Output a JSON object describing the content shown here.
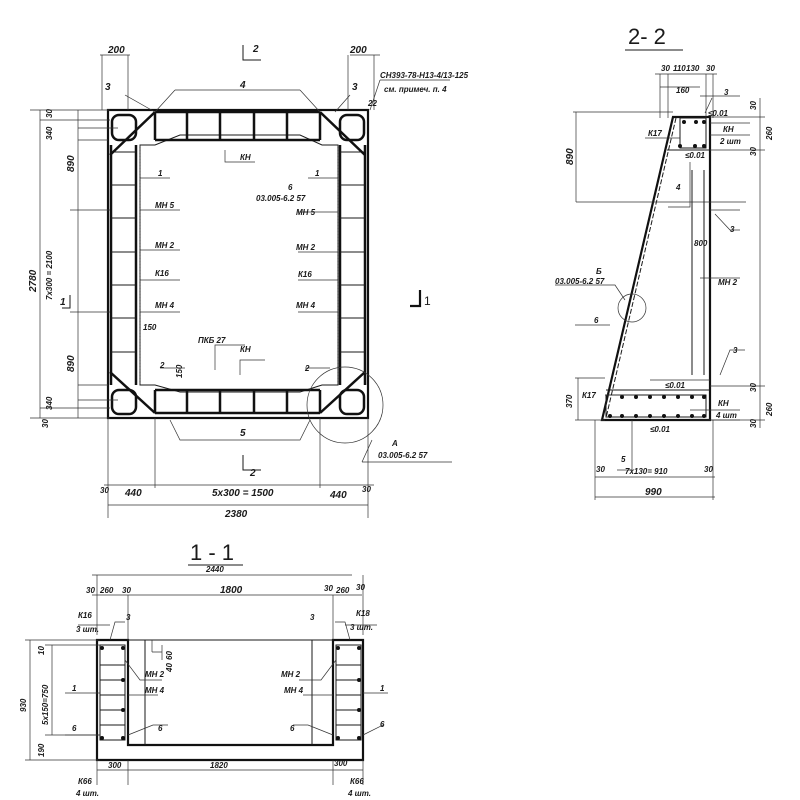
{
  "plan": {
    "dim_top_left": "200",
    "dim_top_right": "200",
    "section_mark_top": "2",
    "section_mark_bottom": "2",
    "section_mark_right": "1",
    "section_mark_left": "1",
    "pos_3_left": "3",
    "pos_3_right": "3",
    "pos_4": "4",
    "pos_5": "5",
    "note_ref": "СН393-78-Н13-4/13-125",
    "note_sub": "см. примеч. п. 4",
    "pos_22": "22",
    "dim_30_top": "30",
    "dim_340_top": "340",
    "dim_890_top": "890",
    "dim_2780": "2780",
    "dim_7x300": "7x300 = 2100",
    "dim_890_bottom": "890",
    "dim_340_bottom": "340",
    "dim_30_bottom": "30",
    "label_kn_top": "КН",
    "label_1_left": "1",
    "label_1_right": "1",
    "label_mn5_left": "МН 5",
    "label_mn5_right": "МН 5",
    "label_6": "6",
    "label_6_ref": "03.005-6.2  57",
    "label_mn2_left": "МН 2",
    "label_mn2_right": "МН 2",
    "label_k16_left": "К16",
    "label_k16_right": "К16",
    "label_mn4_left": "МН 4",
    "label_mn4_right": "МН 4",
    "label_150": "150",
    "label_pkb27": "ПКБ 27",
    "label_kn_bottom": "КН",
    "label_2_left": "2",
    "label_2_right": "2",
    "label_150b": "150",
    "callout_a": "А",
    "callout_a_ref": "03.005-6.2  57",
    "dim_30_l": "30",
    "dim_440_l": "440",
    "dim_5x300": "5x300 = 1500",
    "dim_440_r": "440",
    "dim_30_r": "30",
    "dim_2380": "2380"
  },
  "section22": {
    "title": "2- 2",
    "d30a": "30",
    "d110": "110",
    "d130": "130",
    "d30b": "30",
    "d160": "160",
    "pos3_top": "3",
    "slope_top": "≤0.01",
    "d30_top": "30",
    "k17_top": "К17",
    "kn_top": "КН",
    "kn_top_qty": "2 шт",
    "d260_top": "260",
    "d30_top2": "30",
    "slope_mid": "≤0.01",
    "d890": "890",
    "pos4": "4",
    "pos3_mid": "3",
    "mark_800": "800",
    "callout_b": "Б",
    "callout_b_ref": "03.005-6.2  57",
    "mn2": "МН 2",
    "pos6": "6",
    "pos3_low": "3",
    "slope_foot": "≤0.01",
    "d370": "370",
    "k17_foot": "К17",
    "kn_foot": "КН",
    "kn_foot_qty": "4 шт",
    "d30_f1": "30",
    "d260_f": "260",
    "d30_f2": "30",
    "slope_bottom": "≤0.01",
    "pos5": "5",
    "d30_l": "30",
    "d7x130": "7x130= 910",
    "d30_r": "30",
    "d990": "990"
  },
  "section11": {
    "title": "1 - 1",
    "d2440": "2440",
    "d30a": "30",
    "d260a": "260",
    "d30b": "30",
    "d1800": "1800",
    "d30c": "30",
    "d260b": "260",
    "d30d": "30",
    "k16_l": "К16",
    "k16_l_qty": "3 шт.",
    "pos3_l": "3",
    "pos3_r": "3",
    "k18_r": "К18",
    "k18_r_qty": "3 шт.",
    "d10": "10",
    "d5x150": "5x150=750",
    "d930": "930",
    "d190": "190",
    "d60": "60",
    "d40": "40",
    "mn2_l": "МН 2",
    "mn2_r": "МН 2",
    "mn4_l": "МН 4",
    "mn4_r": "МН 4",
    "pos1_l": "1",
    "pos1_r": "1",
    "pos6_l1": "6",
    "pos6_l2": "6",
    "pos6_r1": "6",
    "pos6_r2": "6",
    "d300_l": "300",
    "d1820": "1820",
    "d300_r": "300",
    "k66_l": "К66",
    "k66_l_qty": "4 шт.",
    "k66_r": "К66",
    "k66_r_qty": "4 шт."
  }
}
